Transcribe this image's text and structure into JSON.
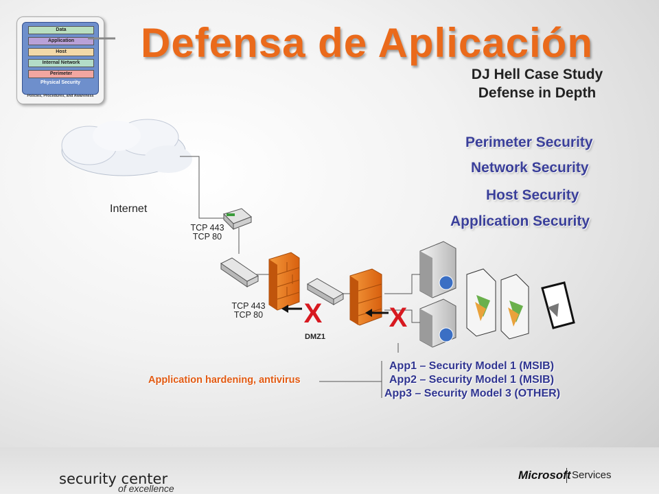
{
  "slide": {
    "title": "Defensa de Aplicación",
    "subtitle_line1": "DJ Hell Case Study",
    "subtitle_line2": "Defense in Depth"
  },
  "layers": [
    "Perimeter Security",
    "Network Security",
    "Host Security",
    "Application Security"
  ],
  "thumbnail": {
    "data": "Data",
    "application": "Application",
    "host": "Host",
    "internal_network": "Internal Network",
    "perimeter": "Perimeter",
    "physical": "Physical Security",
    "policies": "Policies, Procedures, and Awareness"
  },
  "diagram": {
    "internet": "Internet",
    "ports_top_1": "TCP 443",
    "ports_top_2": "TCP 80",
    "ports_mid_1": "TCP 443",
    "ports_mid_2": "TCP 80",
    "dmz": "DMZ1",
    "hardening": "Application hardening, antivirus",
    "apps": [
      "App1 – Security Model 1 (MSIB)",
      "App2 – Security Model 1 (MSIB)",
      "App3 – Security Model 3 (OTHER)"
    ]
  },
  "footer": {
    "security_center": "security center",
    "of_excellence": "of excellence",
    "microsoft": "Microsoft",
    "services": "Services"
  },
  "colors": {
    "title": "#ea6a1b",
    "layers": "#3a3f9a",
    "hardening": "#e25a12",
    "x_mark": "#d71920",
    "firewall": "#f07820"
  }
}
